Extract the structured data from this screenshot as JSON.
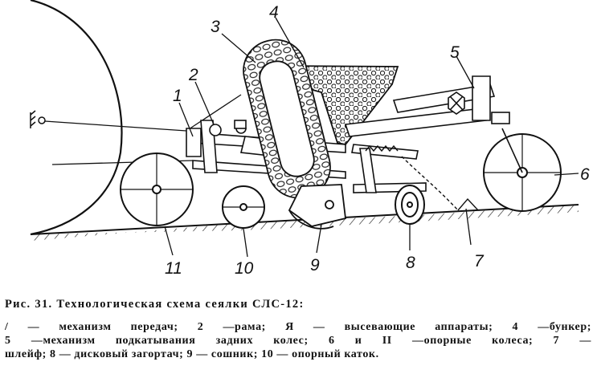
{
  "diagram": {
    "labels": [
      {
        "id": "1",
        "text": "1"
      },
      {
        "id": "2",
        "text": "2"
      },
      {
        "id": "3",
        "text": "3"
      },
      {
        "id": "4",
        "text": "4"
      },
      {
        "id": "5",
        "text": "5"
      },
      {
        "id": "6",
        "text": "6"
      },
      {
        "id": "7",
        "text": "7"
      },
      {
        "id": "8",
        "text": "8"
      },
      {
        "id": "9",
        "text": "9"
      },
      {
        "id": "10",
        "text": "10"
      },
      {
        "id": "11",
        "text": "11"
      }
    ]
  },
  "caption": {
    "title": "Рис. 31. Технологическая схема сеялки СЛС-12:",
    "line1": "/ — механизм передач; 2 —рама; Я — высевающие аппараты; 4 —бункер;",
    "line2": "5 —механизм подкатывания задних колес; 6 и II —опорные колеса; 7 —",
    "line3": "шлейф; 8 — дисковый загортач; 9 — сошник; 10 — опорный каток."
  }
}
